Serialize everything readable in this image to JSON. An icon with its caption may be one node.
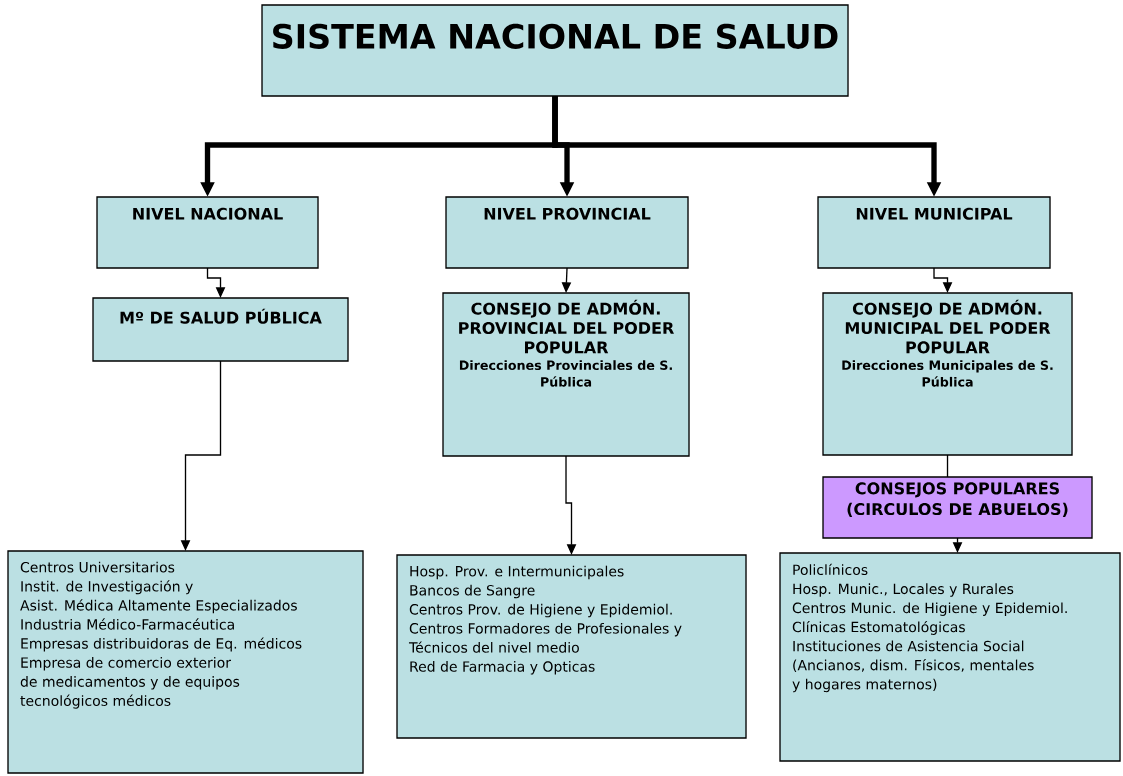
{
  "diagram": {
    "nodes": [
      {
        "text": [
          "SISTEMA NACIONAL DE SALUD"
        ]
      },
      {
        "text": [
          "NIVEL NACIONAL"
        ]
      },
      {
        "text": [
          "NIVEL PROVINCIAL"
        ]
      },
      {
        "text": [
          "NIVEL MUNICIPAL"
        ]
      },
      {
        "text": [
          "Mº DE SALUD PÚBLICA"
        ]
      },
      {
        "text": [
          "CONSEJO DE ADMÓN. PROVINCIAL DEL PODER POPULAR",
          "Direcciones Provinciales de S. Pública"
        ]
      },
      {
        "text": [
          "CONSEJO DE ADMÓN. MUNICIPAL DEL PODER POPULAR",
          "Direcciones Municipales de S. Pública"
        ]
      },
      {
        "text": [
          "CONSEJOS POPULARES",
          "(CIRCULOS DE ABUELOS)"
        ]
      },
      {
        "text": [
          "Centros Universitarios",
          "Instit. de Investigación y",
          "Asist. Médica Altamente Especializados",
          "Industria Médico-Farmacéutica",
          "Empresas distribuidoras de Eq. médicos",
          "Empresa de comercio exterior",
          "de medicamentos y de equipos",
          "tecnológicos médicos"
        ]
      },
      {
        "text": [
          "Hosp. Prov. e Intermunicipales",
          "Bancos de Sangre",
          "Centros Prov. de Higiene y Epidemiol.",
          "Centros Formadores de Profesionales y",
          "Técnicos del nivel medio",
          "Red de Farmacia y Opticas"
        ]
      },
      {
        "text": [
          "Policlínicos",
          "Hosp. Munic., Locales y Rurales",
          "Centros Munic. de Higiene y Epidemiol.",
          "Clínicas Estomatológicas",
          "Instituciones de Asistencia Social",
          "(Ancianos, dism. Físicos, mentales",
          "y hogares maternos)"
        ]
      }
    ],
    "edges": [
      {
        "from": 0,
        "to": 1,
        "arrow": "to",
        "style": "thick"
      },
      {
        "from": 0,
        "to": 2,
        "arrow": "to",
        "style": "thick"
      },
      {
        "from": 0,
        "to": 3,
        "arrow": "to",
        "style": "thick"
      },
      {
        "from": 1,
        "to": 4,
        "arrow": "to"
      },
      {
        "from": 2,
        "to": 5,
        "arrow": "to"
      },
      {
        "from": 3,
        "to": 6,
        "arrow": "to"
      },
      {
        "from": 4,
        "to": 8,
        "arrow": "to"
      },
      {
        "from": 5,
        "to": 9,
        "arrow": "to"
      },
      {
        "from": 6,
        "to": 7,
        "arrow": "none"
      },
      {
        "from": 7,
        "to": 10,
        "arrow": "to"
      }
    ]
  }
}
